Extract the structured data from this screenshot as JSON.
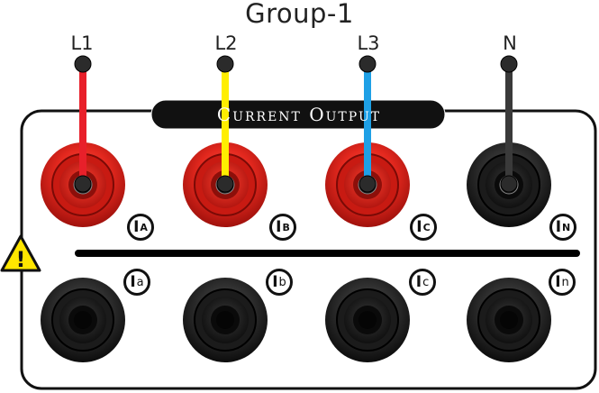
{
  "title": "Group-1",
  "banner": "Current Output",
  "wires": [
    {
      "label": "L1",
      "color": "#e8202a"
    },
    {
      "label": "L2",
      "color": "#ffee00"
    },
    {
      "label": "L3",
      "color": "#1ea0e6"
    },
    {
      "label": "N",
      "color": "#3a3a3a"
    }
  ],
  "upper_terminals": [
    {
      "prefix": "I",
      "sub": "A",
      "color": "red"
    },
    {
      "prefix": "I",
      "sub": "B",
      "color": "red"
    },
    {
      "prefix": "I",
      "sub": "C",
      "color": "red"
    },
    {
      "prefix": "I",
      "sub": "N",
      "color": "black"
    }
  ],
  "lower_terminals": [
    {
      "prefix": "I",
      "sub": "a"
    },
    {
      "prefix": "I",
      "sub": "b"
    },
    {
      "prefix": "I",
      "sub": "c"
    },
    {
      "prefix": "I",
      "sub": "n"
    }
  ],
  "warning_symbol": "!"
}
